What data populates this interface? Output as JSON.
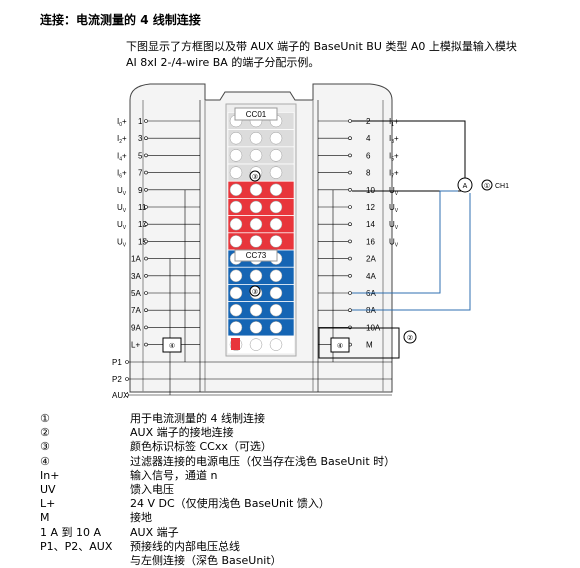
{
  "heading": {
    "label": "连接：",
    "title": "电流测量的 4 线制连接"
  },
  "intro": {
    "line1": "下图显示了方框图以及带 AUX 端子的 BaseUnit BU 类型 A0 上模拟量输入模块",
    "line2": "AI 8xI 2-/4-wire BA 的端子分配示例。"
  },
  "diagram": {
    "colorcode_top": "CC01",
    "colorcode_bottom": "CC73",
    "left_labels": [
      "I0+",
      "I2+",
      "I4+",
      "I6+",
      "UV",
      "UV",
      "UV",
      "UV",
      "1A",
      "3A",
      "5A",
      "7A",
      "9A",
      "L+"
    ],
    "left_numbers": [
      "1",
      "3",
      "5",
      "7",
      "9",
      "11",
      "13",
      "15"
    ],
    "right_numbers": [
      "2",
      "4",
      "6",
      "8",
      "10",
      "12",
      "14",
      "16",
      "2A",
      "4A",
      "6A",
      "8A",
      "10A",
      "M"
    ],
    "right_labels": [
      "I1+",
      "I3+",
      "I5+",
      "I7+",
      "UV",
      "UV",
      "UV",
      "UV"
    ],
    "bus_labels": [
      "P1",
      "P2",
      "AUX"
    ],
    "marker_3": "③",
    "marker_4": "④",
    "marker_2": "②",
    "marker_1": "①",
    "ammeter": "A",
    "channel": "CH1",
    "colors": {
      "red": "#e8353b",
      "blue": "#1565b4",
      "grey": "#dcdcdc",
      "wire_blue": "#2f6fb0"
    }
  },
  "legend": [
    {
      "symbol": "①",
      "desc": "用于电流测量的 4 线制连接"
    },
    {
      "symbol": "②",
      "desc": "AUX 端子的接地连接"
    },
    {
      "symbol": "③",
      "desc": "颜色标识标签 CCxx（可选）"
    },
    {
      "symbol": "④",
      "desc": "过滤器连接的电源电压（仅当存在浅色 BaseUnit 时）"
    },
    {
      "symbol": "In+",
      "desc": "输入信号，通道 n"
    },
    {
      "symbol": "UV",
      "desc": "馈入电压"
    },
    {
      "symbol": "L+",
      "desc": "24 V DC（仅使用浅色 BaseUnit 馈入）"
    },
    {
      "symbol": "M",
      "desc": "接地"
    },
    {
      "symbol": "1 A 到 10 A",
      "desc": "AUX 端子"
    },
    {
      "symbol": "P1、P2、AUX",
      "desc": "预接线的内部电压总线"
    },
    {
      "symbol": "",
      "desc": "与左侧连接（深色 BaseUnit）"
    }
  ]
}
